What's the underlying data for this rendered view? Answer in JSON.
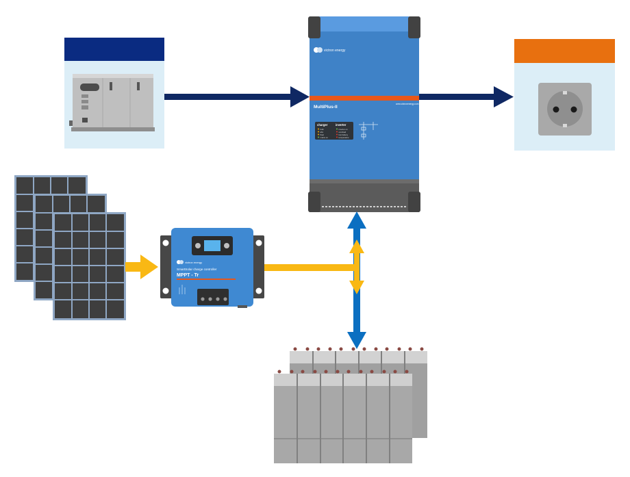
{
  "inverter": {
    "brand": "victron energy",
    "model": "MultiPlus-II",
    "website": "www.victronenergy.com",
    "charger_title": "charger",
    "inverter_title": "inverter",
    "charger_leds": [
      "bulk",
      "abs",
      "float",
      "mains on"
    ],
    "inverter_leds": [
      "inverter on",
      "overload",
      "low battery",
      "temperature"
    ]
  },
  "controller": {
    "brand": "victron energy",
    "product_line": "SmartSolar charge controller",
    "model": "MPPT - Tr"
  },
  "colors": {
    "ac_arrow": "#0f2863",
    "pv_arrow": "#f9b814",
    "dc_arrow": "#0b6fc1",
    "generator_header": "#0a2b81",
    "socket_header": "#e8700f",
    "panel_bg": "#dceef7",
    "inverter_body": "#3f82c7"
  },
  "icons": {
    "generator": "generator-icon",
    "socket": "power-socket-icon",
    "solar": "solar-panel-icon",
    "battery": "battery-bank-icon"
  }
}
